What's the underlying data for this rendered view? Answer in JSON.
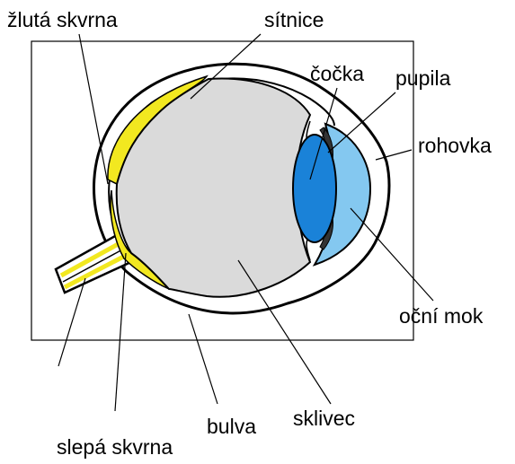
{
  "labels": {
    "macula": "žlutá skvrna",
    "retina": "sítnice",
    "lens": "čočka",
    "pupil": "pupila",
    "cornea": "rohovka",
    "aqueous": "oční mok",
    "vitreous": "sklivec",
    "bulb": "bulva",
    "blind_spot": "slepá skvrna"
  },
  "colors": {
    "retina": "#f2e820",
    "vitreous": "#dadada",
    "lens": "#1a82d8",
    "aqueous": "#84c8f0",
    "iris": "#333333",
    "outline": "#000000"
  }
}
